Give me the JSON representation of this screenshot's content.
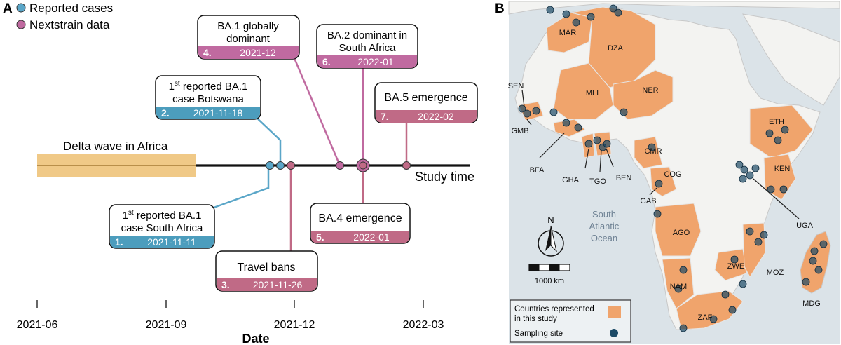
{
  "panel_a": {
    "label": "A",
    "legend": [
      {
        "label": "Reported cases",
        "color": "#5aa6c8"
      },
      {
        "label": "Nextstrain data",
        "color": "#c06aa0"
      }
    ],
    "delta_label": "Delta wave in Africa",
    "axis_label": "Study time",
    "x_title": "Date",
    "ticks": [
      "2021-06",
      "2021-09",
      "2021-12",
      "2022-03"
    ],
    "events": [
      {
        "num": "1.",
        "lines": [
          "1st reported BA.1",
          "case South Africa"
        ],
        "date": "2021-11-11",
        "kind": "reported"
      },
      {
        "num": "2.",
        "lines": [
          "1st reported BA.1",
          "case Botswana"
        ],
        "date": "2021-11-18",
        "kind": "reported"
      },
      {
        "num": "3.",
        "lines": [
          "Travel bans"
        ],
        "date": "2021-11-26",
        "kind": "nextstrain"
      },
      {
        "num": "4.",
        "lines": [
          "BA.1 globally",
          "dominant"
        ],
        "date": "2021-12",
        "kind": "nextstrain"
      },
      {
        "num": "5.",
        "lines": [
          "BA.4 emergence"
        ],
        "date": "2022-01",
        "kind": "nextstrain"
      },
      {
        "num": "6.",
        "lines": [
          "BA.2 dominant in",
          "South Africa"
        ],
        "date": "2022-01",
        "kind": "nextstrain"
      },
      {
        "num": "7.",
        "lines": [
          "BA.5 emergence"
        ],
        "date": "2022-02",
        "kind": "nextstrain"
      }
    ],
    "colors": {
      "reported": "#4c9dbd",
      "nextstrain": "#c06a86",
      "delta": "#f0c987",
      "line": "#111111"
    }
  },
  "panel_b": {
    "label": "B",
    "country_labels": [
      "MAR",
      "DZA",
      "MLI",
      "NER",
      "SEN",
      "GMB",
      "BFA",
      "GHA",
      "TGO",
      "BEN",
      "CMR",
      "COG",
      "GAB",
      "ETH",
      "KEN",
      "UGA",
      "AGO",
      "NAM",
      "ZWE",
      "MOZ",
      "ZAF",
      "MDG"
    ],
    "ocean": [
      "South",
      "Atlantic",
      "Ocean"
    ],
    "north": "N",
    "scale": "1000 km",
    "legend": [
      {
        "label": "Countries represented in this study",
        "color": "#f0a46c"
      },
      {
        "label": "Sampling site",
        "color": "#1c4a66"
      }
    ],
    "colors": {
      "sea": "#dbe3e8",
      "land": "#f3f3f1",
      "study": "#f0a46c",
      "site": "#1c4a66"
    }
  }
}
